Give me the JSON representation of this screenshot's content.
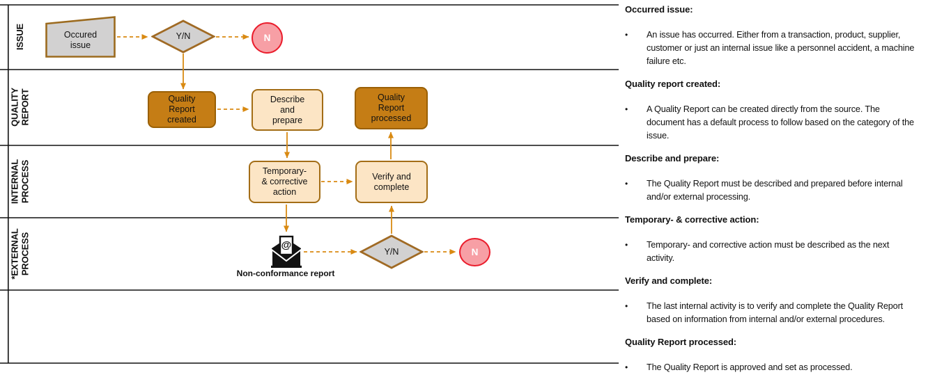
{
  "lanes": [
    {
      "label": "ISSUE"
    },
    {
      "label": "QUALITY\nREPORT"
    },
    {
      "label": "INTERNAL\nPROCESS"
    },
    {
      "label": "*EXTERNAL\nPROCESS"
    }
  ],
  "flowchart": {
    "occurred_issue": "Occured\nissue",
    "decision1": "Y/N",
    "end1": "N",
    "qr_created": "Quality\nReport\ncreated",
    "describe_prepare": "Describe\nand\nprepare",
    "qr_processed": "Quality\nReport\nprocessed",
    "temp_corrective": "Temporary-\n& corrective\naction",
    "verify_complete": "Verify and\ncomplete",
    "envelope_at": "@",
    "envelope_label": "Non-conformance report",
    "decision2": "Y/N",
    "end2": "N"
  },
  "colors": {
    "dark_box_fill": "#C57D15",
    "dark_box_border": "#9A6005",
    "light_box_fill": "#FCE5C5",
    "light_box_border": "#A36D16",
    "gray_shape_fill": "#D2D1D1",
    "shape_border_brown": "#A06A24",
    "terminator_fill": "#F79FA5",
    "terminator_border": "#EA1D2C",
    "connector_orange": "#D98A12",
    "lane_line": "#111111"
  },
  "notes": {
    "sections": [
      {
        "heading": "Occurred issue:",
        "text": "An issue has occurred. Either from a transaction, product, supplier,\ncustomer or just an internal issue like a personnel accident, a machine\nfailure etc."
      },
      {
        "heading": "Quality report created:",
        "text": "A Quality Report can be created directly from the source. The\ndocument has a default process to follow based on the category of the\nissue."
      },
      {
        "heading": "Describe and prepare:",
        "text": "The Quality Report must be described and prepared before internal\nand/or external processing."
      },
      {
        "heading": "Temporary- & corrective action:",
        "text": "Temporary- and corrective action must be described as the next\nactivity."
      },
      {
        "heading": "Verify and complete:",
        "text": "The last internal activity is to verify and complete the Quality Report\nbased on information from internal and/or external procedures."
      },
      {
        "heading": "Quality Report processed:",
        "text": "The Quality Report is approved and set as processed."
      }
    ],
    "bullet_char": "•"
  }
}
